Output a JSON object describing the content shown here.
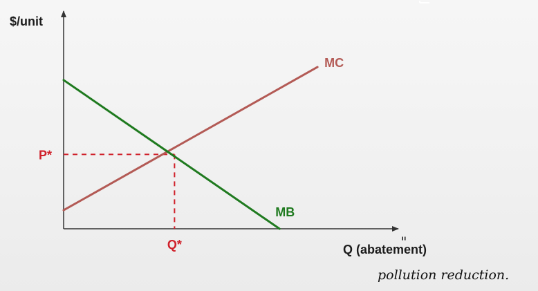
{
  "chart_data": {
    "type": "line",
    "title": "",
    "ylabel": "$/unit",
    "xlabel": "Q (abatement)",
    "annotation": "pollution reduction.",
    "xlim": [
      0,
      10
    ],
    "ylim": [
      0,
      10
    ],
    "grid": false,
    "legend": "none",
    "series": [
      {
        "name": "MC",
        "color": "#b35a55",
        "x": [
          0,
          8.7
        ],
        "y": [
          1.0,
          8.7
        ]
      },
      {
        "name": "MB",
        "color": "#1f7a1f",
        "x": [
          0,
          7.4
        ],
        "y": [
          8.0,
          0.0
        ]
      }
    ],
    "equilibrium": {
      "x": 3.8,
      "y": 4.0,
      "x_label": "Q*",
      "y_label": "P*",
      "color": "#d0202a"
    }
  }
}
